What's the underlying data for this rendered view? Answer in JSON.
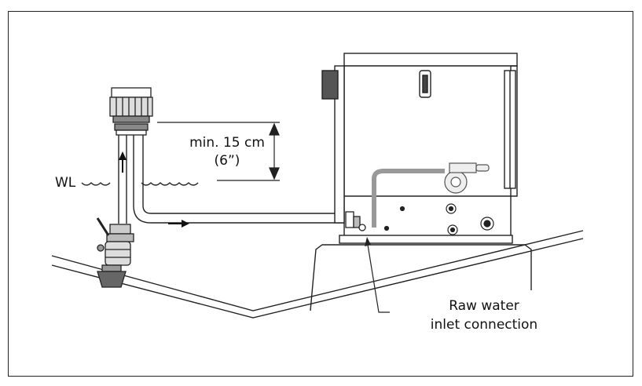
{
  "labels": {
    "min_distance": "min. 15 cm",
    "min_distance_imperial": "(6”)",
    "water_line": "WL",
    "inlet_line1": "Raw water",
    "inlet_line2": "inlet connection"
  }
}
